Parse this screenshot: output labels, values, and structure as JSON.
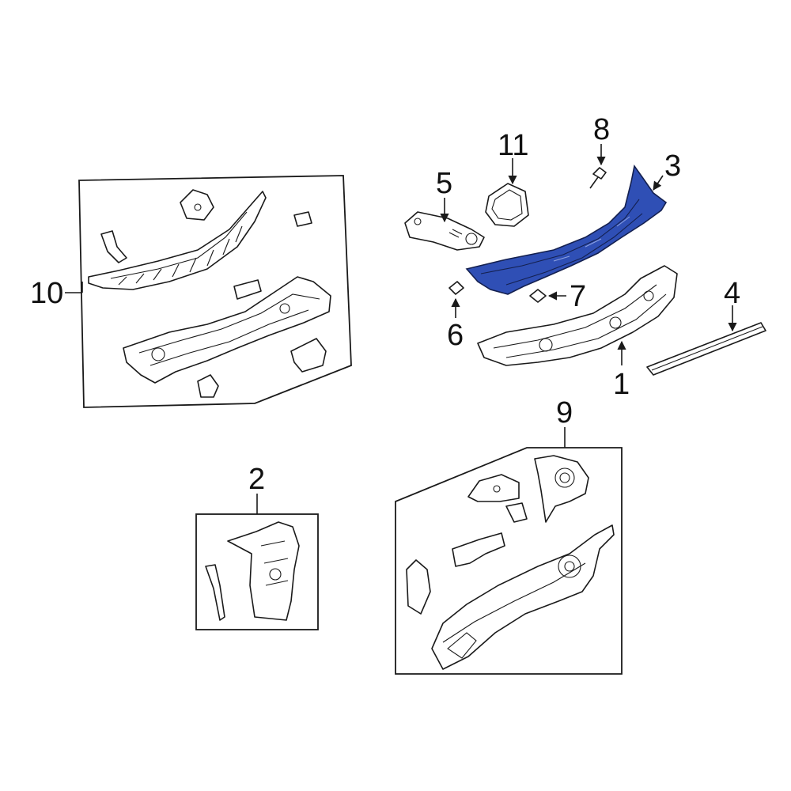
{
  "diagram": {
    "callouts": [
      "1",
      "2",
      "3",
      "4",
      "5",
      "6",
      "7",
      "8",
      "9",
      "10",
      "11"
    ],
    "highlight_color": "#2f4fb5",
    "outline_color": "#1a1a1a"
  }
}
